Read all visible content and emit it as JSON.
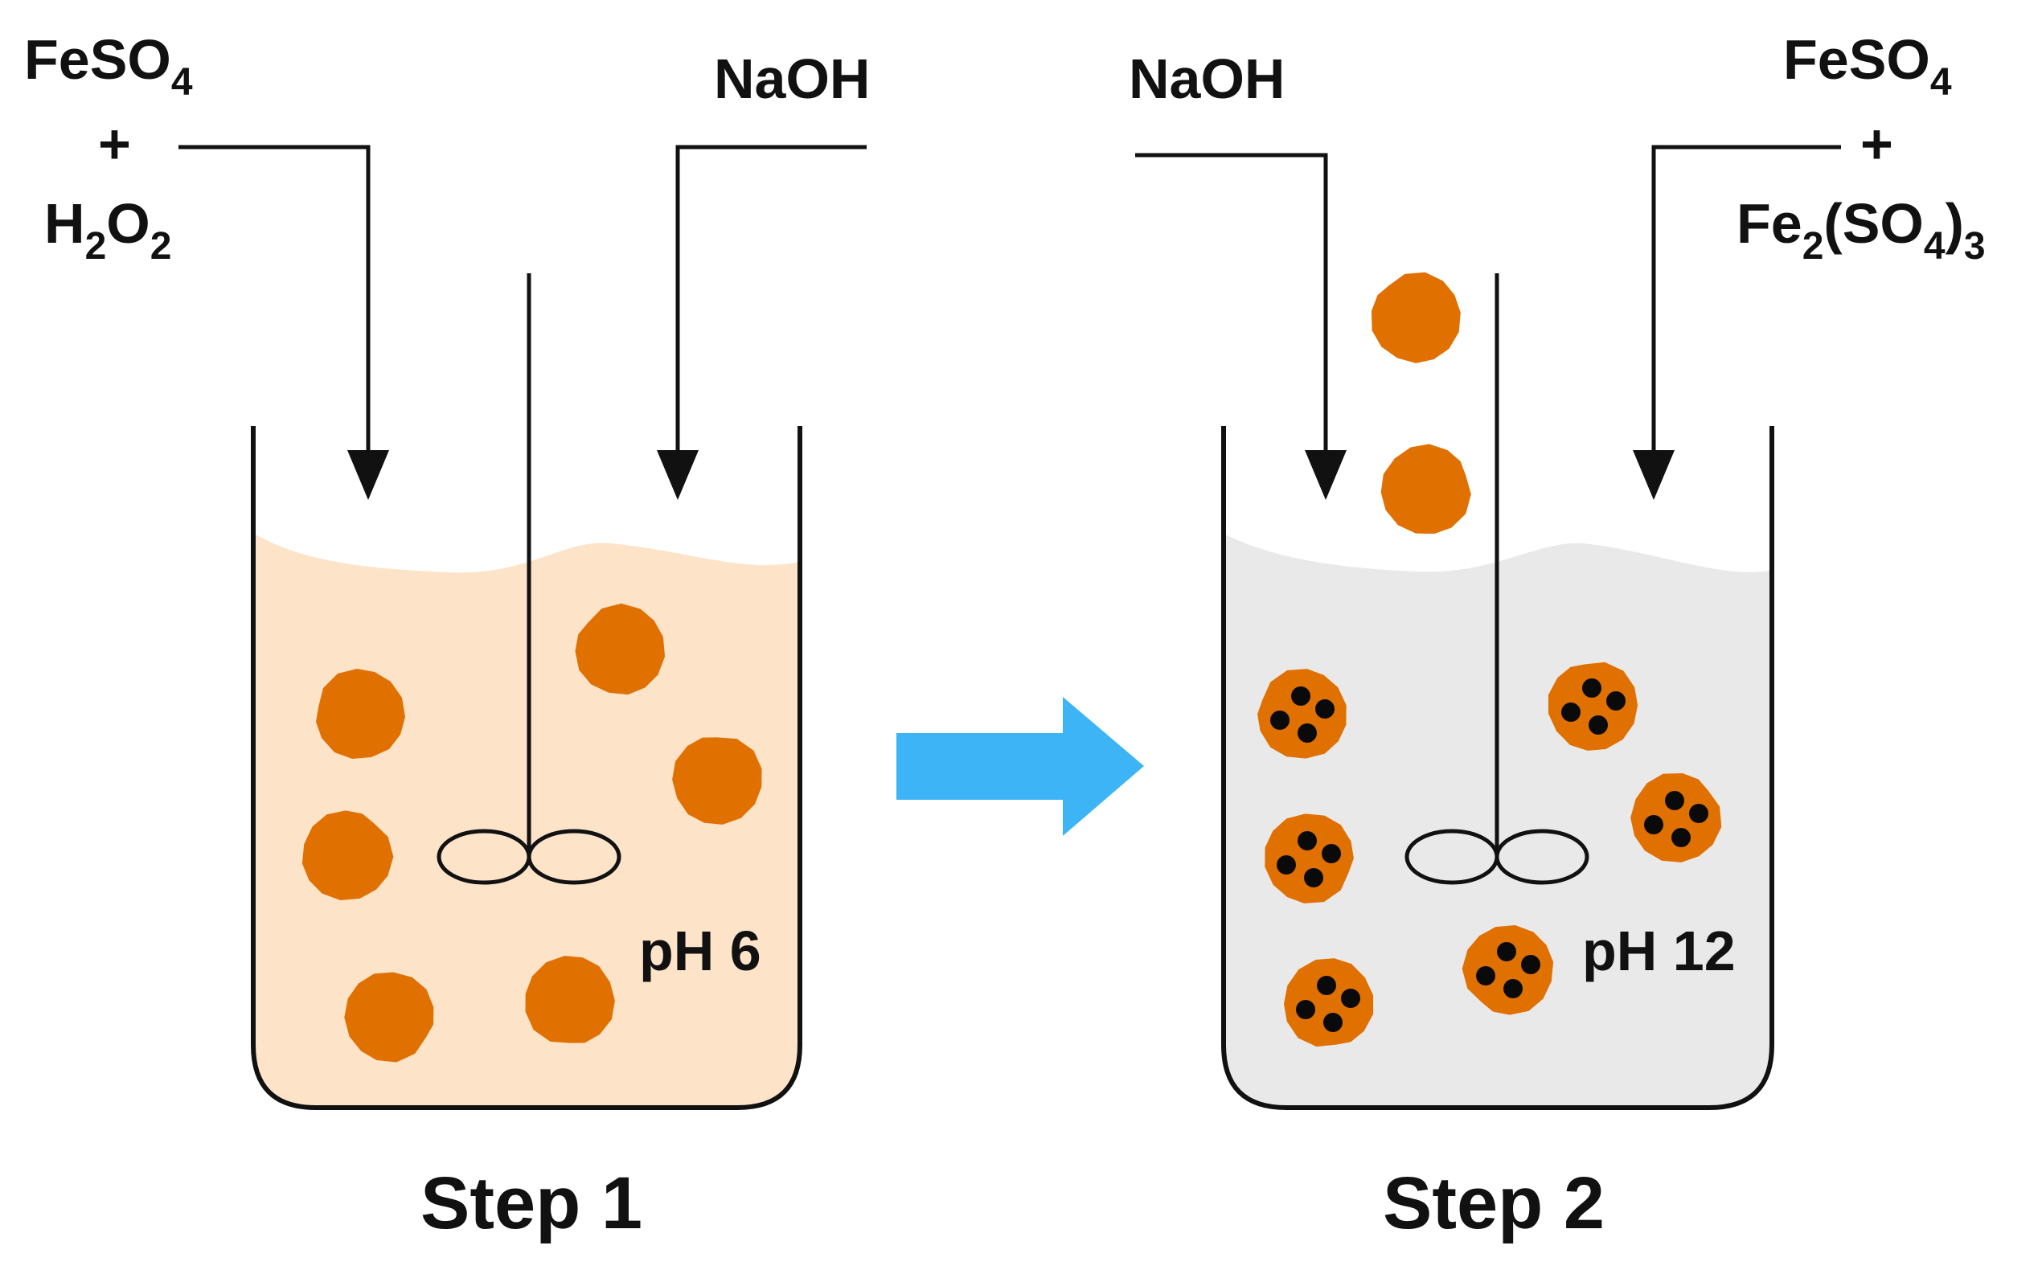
{
  "colors": {
    "liquid_step1": "#FDE3C8",
    "liquid_step2": "#E9E9E9",
    "particle": "#E07000",
    "dot": "#0a0a0a",
    "process_arrow": "#3CB4F5",
    "line": "#111111"
  },
  "step1": {
    "reagent_left": {
      "line1": "FeSO",
      "line1_sub": "4",
      "plus": "+",
      "line2a": "H",
      "line2a_sub": "2",
      "line2b": "O",
      "line2b_sub": "2"
    },
    "reagent_right": "NaOH",
    "ph": "pH 6",
    "caption": "Step 1"
  },
  "step2": {
    "reagent_left": "NaOH",
    "reagent_right": {
      "line1": "FeSO",
      "line1_sub": "4",
      "plus": "+",
      "line2a": "Fe",
      "line2a_sub": "2",
      "line2b": "(SO",
      "line2b_sub": "4",
      "line2c": ")",
      "line2c_sub": "3"
    },
    "ph": "pH 12",
    "caption": "Step 2"
  }
}
